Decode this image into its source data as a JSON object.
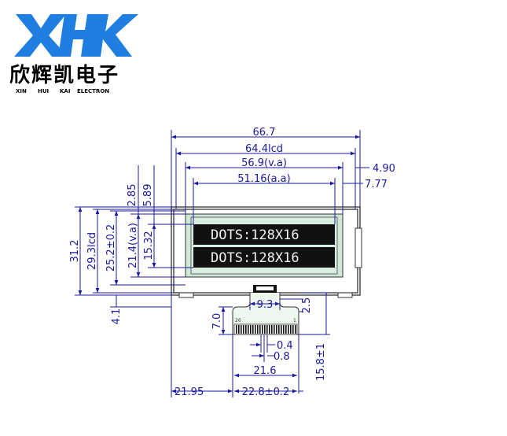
{
  "logo": {
    "mark": "XHK",
    "name_cn": "欣辉凯电子",
    "sub": [
      "XIN",
      "HUI",
      "KAI",
      "ELECTRON"
    ],
    "color": "#1e7fe0"
  },
  "lcd": {
    "row1": "DOTS:128X16",
    "row2": "DOTS:128X16"
  },
  "pins": {
    "left": "26",
    "right": "1"
  },
  "dims": {
    "outline_w": "66.7",
    "lcd_w": "64.4lcd",
    "va_w": "56.9(v.a)",
    "aa_w": "51.16(a.a)",
    "r490": "4.90",
    "r777": "7.77",
    "v285": "2.85",
    "v589": "5.89",
    "h312": "31.2",
    "h2931": "29.3lcd",
    "h252": "25.2±0.2",
    "h214": "21.4(v.a)",
    "h1532": "15.32",
    "h41": "4.1",
    "h70": "7.0",
    "d93": "9.3",
    "d25": "2.5",
    "d04": "0.4",
    "d08": "0.8",
    "d216": "21.6",
    "d158": "15.8±1",
    "d2195": "21.95",
    "d228": "22.8±0.2"
  }
}
